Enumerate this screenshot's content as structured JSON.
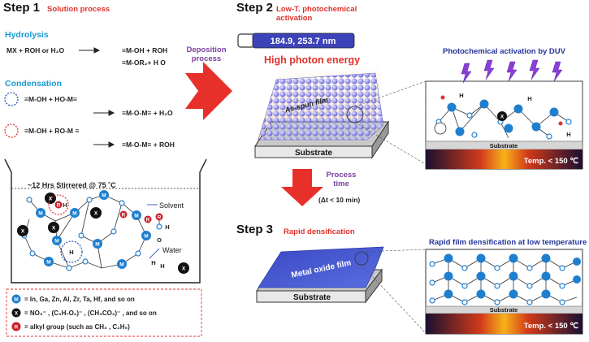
{
  "step1": {
    "title": "Step 1",
    "subtitle": "Solution process",
    "hydrolysis": {
      "heading": "Hydrolysis",
      "eq_left": "MX + ROH or H₂O",
      "eq_right1": "≡M-OH + ROH",
      "eq_right2": "≡M-OR₂+ H O"
    },
    "condensation": {
      "heading": "Condensation",
      "eq1_left": "≡M-OH + HO-M≡",
      "eq1_right": "≡M-O-M≡ + H₂O",
      "eq2_left": "≡M-OH + RO-M ≡",
      "eq2_right": "≡M-O-M≡ + ROH"
    },
    "beaker": {
      "title": "~12 Hrs Stirrered @ 75 ˚C",
      "solvent_label": "Solvent",
      "water_label": "Water"
    },
    "legend": {
      "m_text": "= In, Ga, Zn, Al, Zr, Ta, Hf, and so on",
      "x_text": "= NO₃⁻ , (C₅H₇O₂)⁻ , (CH₃CO₂)⁻ , and so on",
      "r_text": "= alkyl group (such as CH₃ , C₂H₅)"
    }
  },
  "arrows": {
    "deposition": "Deposition process",
    "process_time": "Process time",
    "process_time_value": "(Δt < 10 min)"
  },
  "step2": {
    "title": "Step 2",
    "subtitle": "Low-T. photochemical activation",
    "lamp_text": "184.9, 253.7 nm",
    "photon_text": "High photon energy",
    "film_label": "As-spun film",
    "substrate_label": "Substrate",
    "inset_title": "Photochemical activation by DUV",
    "inset_substrate": "Substrate",
    "inset_temp": "Temp. < 150 ℃"
  },
  "step3": {
    "title": "Step 3",
    "subtitle": "Rapid densification",
    "film_label": "Metal oxide film",
    "substrate_label": "Substrate",
    "inset_title": "Rapid film densification at low temperature",
    "inset_substrate": "Substrate",
    "inset_temp": "Temp. < 150 ℃"
  },
  "symbols": {
    "m": "M",
    "x": "X",
    "r": "R",
    "o": "O",
    "h": "H"
  },
  "colors": {
    "metal": "#1f7fcf",
    "anion": "#111111",
    "alkyl": "#c8202a",
    "arrow_red": "#e8302a",
    "heading_blue": "#1a9ad6",
    "purple": "#7b3fa0",
    "navy": "#23339a"
  }
}
